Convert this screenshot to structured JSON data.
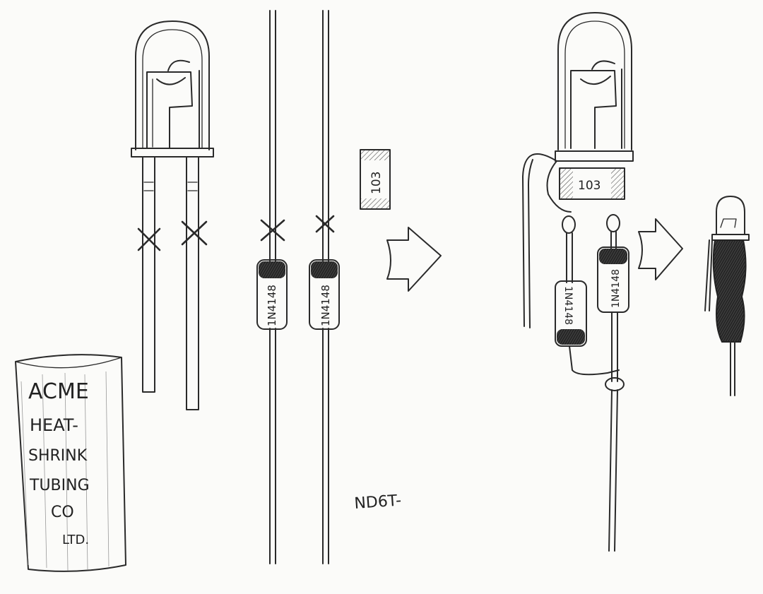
{
  "tube_label": {
    "lines": [
      "ACME",
      "HEAT-",
      "SHRINK",
      "TUBING",
      "CO",
      "LTD."
    ]
  },
  "resistor": {
    "code": "103"
  },
  "diode": {
    "part": "1N4148"
  },
  "signature": "ND6T-",
  "colors": {
    "ink": "#2a2a2a",
    "paper": "#fbfbf9",
    "shade": "#555555"
  }
}
